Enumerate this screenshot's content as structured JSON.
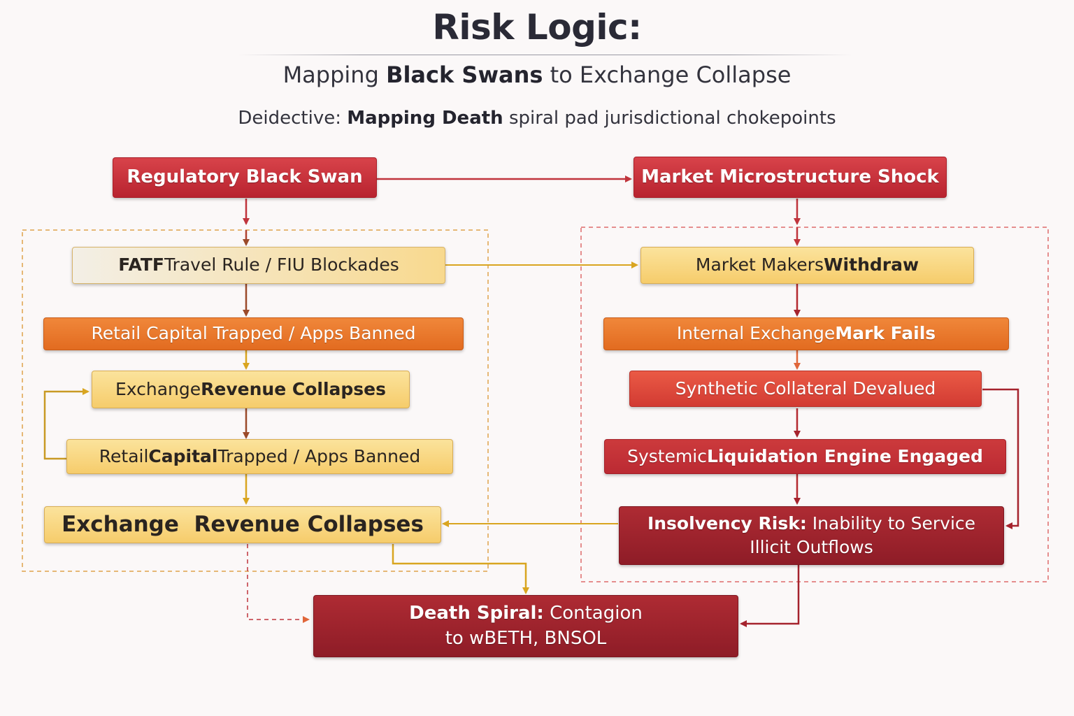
{
  "header": {
    "title": "Risk Logic:",
    "subtitle_pre": "Mapping ",
    "subtitle_bold": "Black Swans",
    "subtitle_post": " to Exchange Collapse",
    "tagline_pre": "Deidective: ",
    "tagline_bold": "Mapping Death",
    "tagline_post": " spiral pad jurisdictional chokepoints"
  },
  "nodes": {
    "regulatory_black_swan": "Regulatory Black Swan",
    "market_microstructure_shock": "Market Microstructure Shock",
    "fatf_bold": "FATF",
    "fatf_rest": " Travel Rule / FIU Blockades",
    "market_makers_pre": "Market Makers ",
    "market_makers_bold": "Withdraw",
    "retail_trapped_1": "Retail Capital Trapped / Apps Banned",
    "internal_mark_pre": "Internal Exchange ",
    "internal_mark_bold": "Mark Fails",
    "revenue_collapses_pre": "Exchange ",
    "revenue_collapses_bold": "Revenue Collapses",
    "synthetic_collateral": "Synthetic Collateral Devalued",
    "retail_trapped_2_pre": "Retail ",
    "retail_trapped_2_bold": "Capital",
    "retail_trapped_2_post": " Trapped / Apps Banned",
    "systemic_pre": "Systemic ",
    "systemic_bold": "Liquidation Engine Engaged",
    "revenue_collapses_big": "Exchange  Revenue Collapses",
    "insolvency_bold": "Insolvency Risk:",
    "insolvency_rest": " Inability to Service",
    "insolvency_line2": "Illicit Outflows",
    "death_spiral_bold": "Death Spiral:",
    "death_spiral_rest": " Contagion",
    "death_spiral_line2": "to wBETH, BNSOL"
  },
  "colors": {
    "red": "#c9303a",
    "gold_arrow": "#d9a520",
    "brown_arrow": "#9b4a2a",
    "dark_red_arrow": "#a5232d",
    "orange_dashed": "#e0a34a",
    "red_dashed": "#de6b6b"
  }
}
